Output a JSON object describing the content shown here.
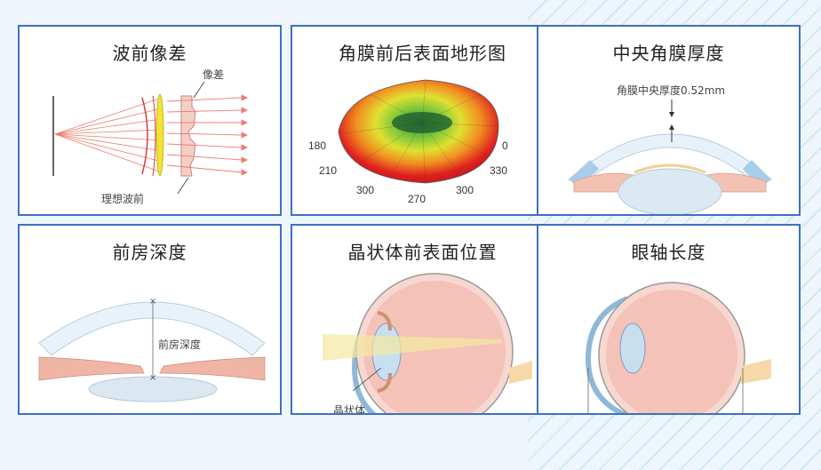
{
  "panels": [
    {
      "title": "波前像差",
      "labels": {
        "aberration": "像差",
        "ideal_wavefront": "理想波前"
      }
    },
    {
      "title": "角膜前后表面地形图",
      "ticks": [
        "180",
        "0",
        "210",
        "330",
        "300",
        "270",
        "300"
      ]
    },
    {
      "title": "中央角膜厚度",
      "labels": {
        "thickness": "角膜中央厚度0.52mm"
      }
    },
    {
      "title": "前房深度",
      "labels": {
        "depth": "前房深度"
      }
    },
    {
      "title": "晶状体前表面位置",
      "labels": {
        "lens": "晶状体"
      }
    },
    {
      "title": "眼轴长度"
    }
  ],
  "colors": {
    "border": "#3f6fc4",
    "background": "#eef6fb"
  }
}
